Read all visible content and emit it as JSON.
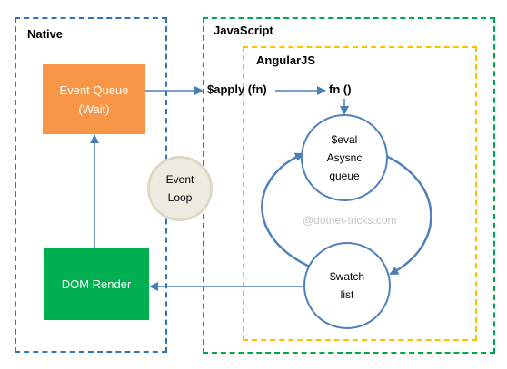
{
  "native": {
    "title": "Native"
  },
  "javascript": {
    "title": "JavaScript"
  },
  "angularjs": {
    "title": "AngularJS"
  },
  "event_queue": {
    "line1": "Event Queue",
    "line2": "(Wait)"
  },
  "dom_render": {
    "label": "DOM Render"
  },
  "event_loop": {
    "line1": "Event",
    "line2": "Loop"
  },
  "apply": {
    "label": "$apply (fn)"
  },
  "fn": {
    "label": "fn ()"
  },
  "eval": {
    "line1": "$eval",
    "line2": "Asysnc",
    "line3": "queue"
  },
  "watch": {
    "line1": "$watch",
    "line2": "list"
  },
  "watermark": "@dotnet-tricks.com",
  "colors": {
    "native_border": "#2e75b6",
    "javascript_border": "#00a651",
    "angularjs_border": "#ffc000",
    "event_queue": "#f79646",
    "dom_render": "#00b050",
    "cycle_stroke": "#4f81bd",
    "arrow": "#4a7ebb"
  }
}
